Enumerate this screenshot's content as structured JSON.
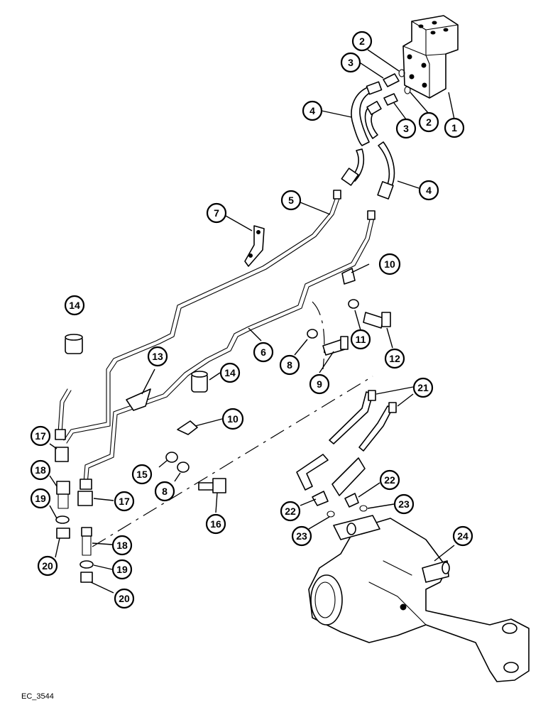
{
  "footer": {
    "code": "EC_3544"
  },
  "callouts": [
    {
      "id": "c1",
      "label": "1"
    },
    {
      "id": "c2a",
      "label": "2"
    },
    {
      "id": "c2b",
      "label": "2"
    },
    {
      "id": "c3a",
      "label": "3"
    },
    {
      "id": "c3b",
      "label": "3"
    },
    {
      "id": "c4a",
      "label": "4"
    },
    {
      "id": "c4b",
      "label": "4"
    },
    {
      "id": "c5",
      "label": "5"
    },
    {
      "id": "c6",
      "label": "6"
    },
    {
      "id": "c7",
      "label": "7"
    },
    {
      "id": "c8a",
      "label": "8"
    },
    {
      "id": "c8b",
      "label": "8"
    },
    {
      "id": "c9",
      "label": "9"
    },
    {
      "id": "c10a",
      "label": "10"
    },
    {
      "id": "c10b",
      "label": "10"
    },
    {
      "id": "c11",
      "label": "11"
    },
    {
      "id": "c12",
      "label": "12"
    },
    {
      "id": "c13",
      "label": "13"
    },
    {
      "id": "c14a",
      "label": "14"
    },
    {
      "id": "c14b",
      "label": "14"
    },
    {
      "id": "c15",
      "label": "15"
    },
    {
      "id": "c16",
      "label": "16"
    },
    {
      "id": "c17a",
      "label": "17"
    },
    {
      "id": "c17b",
      "label": "17"
    },
    {
      "id": "c18a",
      "label": "18"
    },
    {
      "id": "c18b",
      "label": "18"
    },
    {
      "id": "c19a",
      "label": "19"
    },
    {
      "id": "c19b",
      "label": "19"
    },
    {
      "id": "c20a",
      "label": "20"
    },
    {
      "id": "c20b",
      "label": "20"
    },
    {
      "id": "c21",
      "label": "21"
    },
    {
      "id": "c22a",
      "label": "22"
    },
    {
      "id": "c22b",
      "label": "22"
    },
    {
      "id": "c23a",
      "label": "23"
    },
    {
      "id": "c23b",
      "label": "23"
    },
    {
      "id": "c24",
      "label": "24"
    }
  ]
}
